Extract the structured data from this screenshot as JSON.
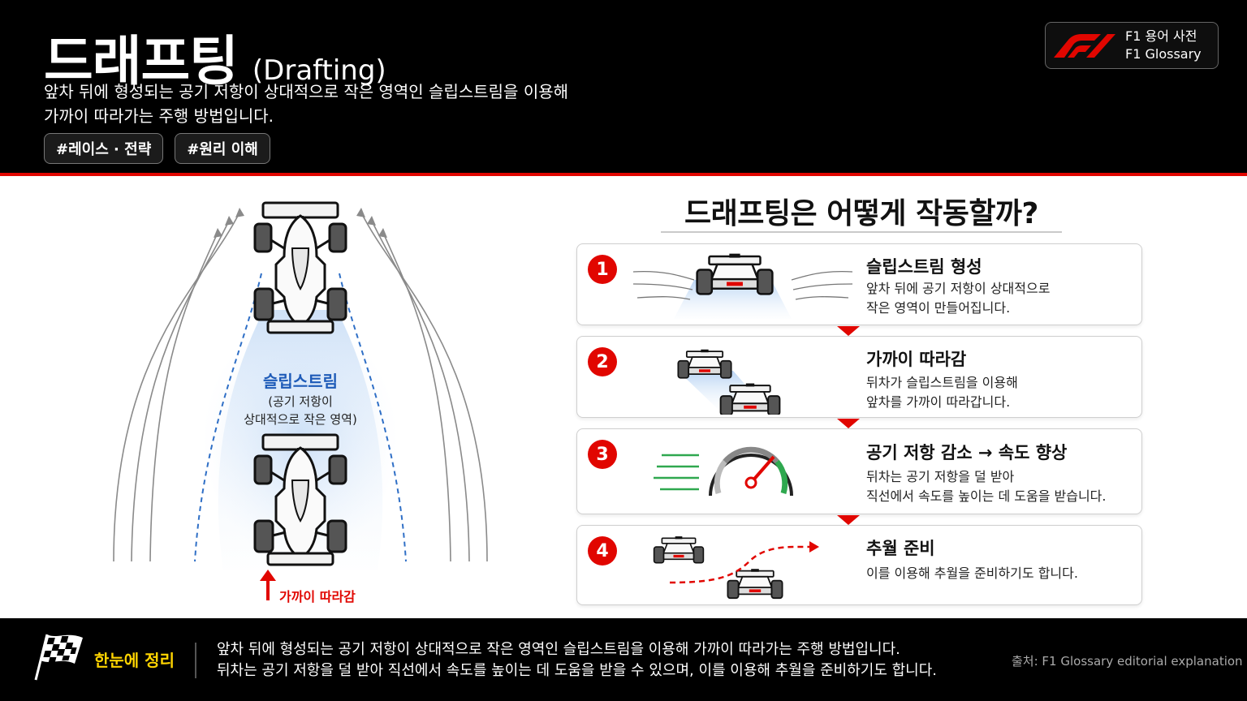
{
  "header": {
    "title_ko": "드래프팅",
    "title_en": "(Drafting)",
    "description_lines": [
      "앞차 뒤에 형성되는 공기 저항이 상대적으로 작은 영역인 슬립스트림을 이용해",
      "가까이 따라가는 주행 방법입니다."
    ],
    "tags": [
      "#레이스 · 전략",
      "#원리 이해"
    ],
    "brand": {
      "line1": "F1 용어 사전",
      "line2": "F1 Glossary",
      "logo_icon": "f1-logo-icon"
    }
  },
  "diagram": {
    "slipstream_title": "슬립스트림",
    "slipstream_desc_lines": [
      "(공기 저항이",
      "상대적으로 작은 영역)"
    ],
    "follow_label": "가까이 따라감"
  },
  "steps_section": {
    "title": "드래프팅은 어떻게 작동할까?",
    "steps": [
      {
        "num": "1",
        "title": "슬립스트림 형성",
        "desc_lines": [
          "앞차 뒤에 공기 저항이 상대적으로",
          "작은 영역이 만들어집니다."
        ]
      },
      {
        "num": "2",
        "title": "가까이 따라감",
        "desc_lines": [
          "뒤차가 슬립스트림을 이용해",
          "앞차를 가까이 따라갑니다."
        ]
      },
      {
        "num": "3",
        "title": "공기 저항 감소 → 속도 향상",
        "desc_lines": [
          "뒤차는 공기 저항을 덜 받아",
          "직선에서 속도를 높이는 데 도움을 받습니다."
        ]
      },
      {
        "num": "4",
        "title": "추월 준비",
        "desc_lines": [
          "이를 이용해 추월을 준비하기도 합니다."
        ]
      }
    ]
  },
  "footer": {
    "summary_label": "한눈에 정리",
    "summary_lines": [
      "앞차 뒤에 형성되는 공기 저항이 상대적으로 작은 영역인 슬립스트림을 이용해 가까이 따라가는 주행 방법입니다.",
      "뒤차는 공기 저항을 덜 받아 직선에서 속도를 높이는 데 도움을 받을 수 있으며, 이를 이용해 추월을 준비하기도 합니다."
    ],
    "source": "출처: F1 Glossary editorial explanation"
  },
  "colors": {
    "accent": "#e10600",
    "slipstream_blue": "#1e5bb8",
    "summary_yellow": "#ffd400"
  }
}
